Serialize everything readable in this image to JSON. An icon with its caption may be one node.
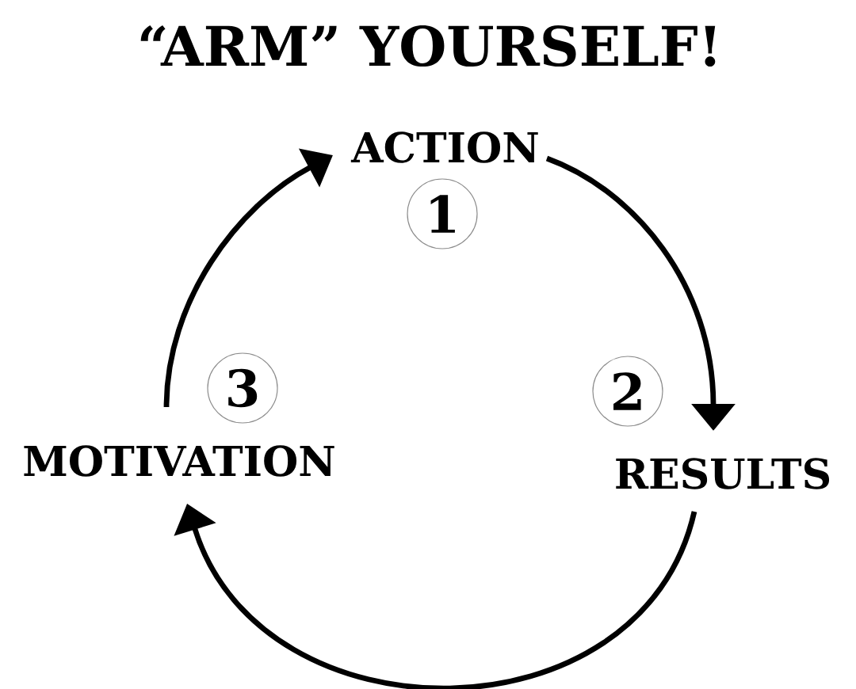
{
  "diagram": {
    "title": "“ARM” YOURSELF!",
    "nodes": [
      {
        "text": [
          "ACTION"
        ]
      },
      {
        "text": [
          "1"
        ]
      },
      {
        "text": [
          "RESULTS"
        ]
      },
      {
        "text": [
          "2"
        ]
      },
      {
        "text": [
          "MOTIVATION"
        ]
      },
      {
        "text": [
          "3"
        ]
      }
    ],
    "edges": [
      {
        "from": 0,
        "to": 2,
        "arrow": "to"
      },
      {
        "from": 2,
        "to": 4,
        "arrow": "to"
      },
      {
        "from": 4,
        "to": 0,
        "arrow": "to"
      }
    ]
  }
}
